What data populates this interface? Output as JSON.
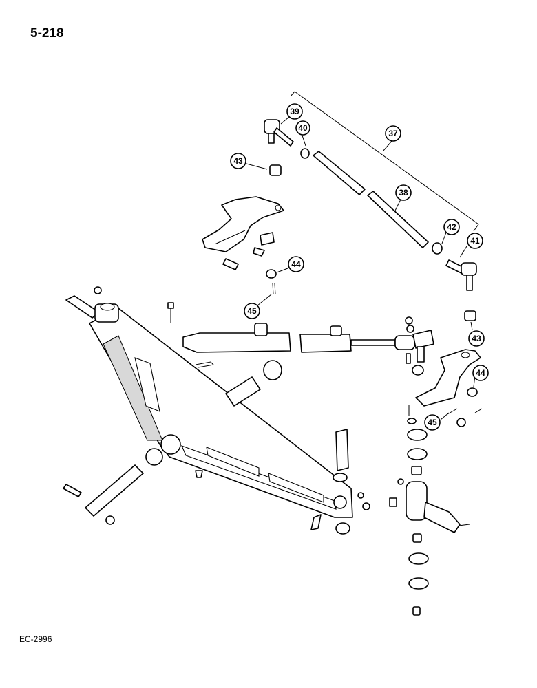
{
  "header": {
    "page_number": "5-218"
  },
  "footer": {
    "figure_code": "EC-2996"
  },
  "callouts": {
    "c37": "37",
    "c38": "38",
    "c39": "39",
    "c40": "40",
    "c41": "41",
    "c42": "42",
    "c43a": "43",
    "c43b": "43",
    "c44a": "44",
    "c44b": "44",
    "c45a": "45",
    "c45b": "45"
  }
}
